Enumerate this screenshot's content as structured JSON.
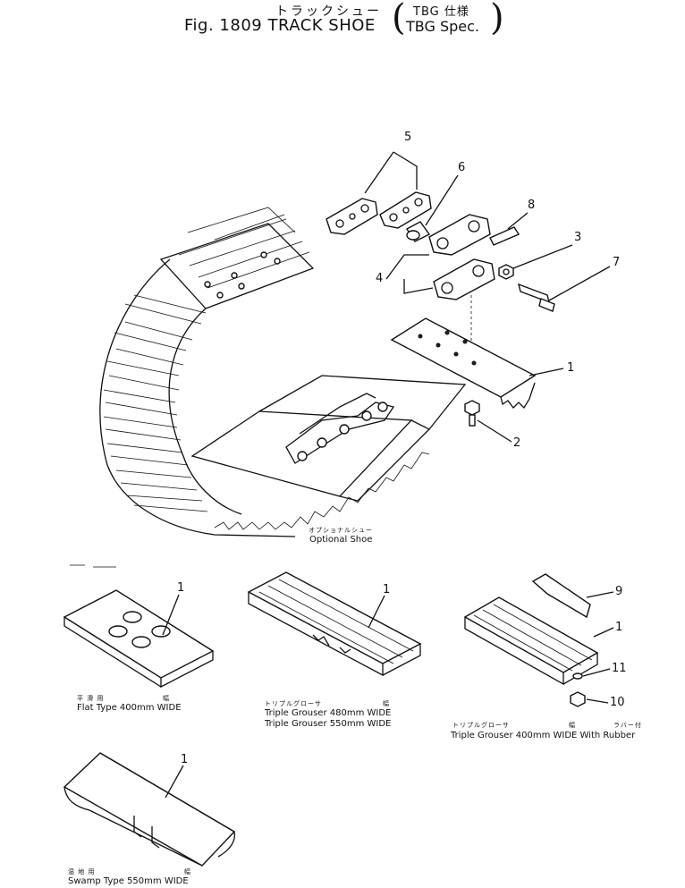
{
  "title": {
    "jp": "トラックシュー",
    "main": "Fig. 1809 TRACK SHOE",
    "spec_jp": "TBG 仕様",
    "spec_en": "TBG Spec."
  },
  "callouts": [
    "5",
    "6",
    "8",
    "3",
    "4",
    "7",
    "1",
    "2"
  ],
  "optional_shoe": {
    "jp": "オプショナルシュー",
    "en": "Optional Shoe"
  },
  "variants": {
    "flat": {
      "callout": "1",
      "jp_type": "平 滑 用",
      "jp_width": "幅",
      "en": "Flat Type 400mm WIDE"
    },
    "triple": {
      "callout": "1",
      "jp_type": "トリプルグローサ",
      "jp_width": "幅",
      "en_1": "Triple Grouser 480mm WIDE",
      "en_2": "Triple Grouser 550mm WIDE"
    },
    "rubber": {
      "callouts": [
        "9",
        "1",
        "11",
        "10"
      ],
      "jp_type": "トリプルグローサ",
      "jp_width": "幅",
      "jp_rubber": "ラバー付",
      "en": "Triple Grouser 400mm WIDE With Rubber"
    },
    "swamp": {
      "callout": "1",
      "jp_type": "湿 地 用",
      "jp_width": "幅",
      "en": "Swamp Type 550mm WIDE"
    }
  }
}
